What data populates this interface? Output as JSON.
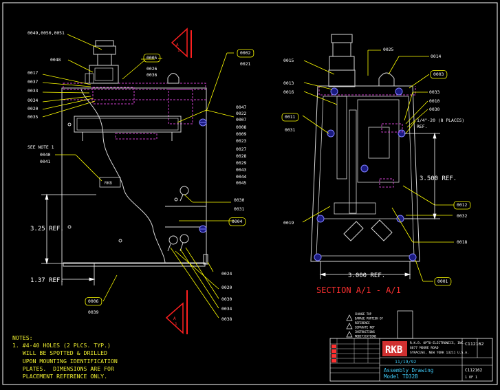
{
  "left_view": {
    "top_callouts": [
      "0049,0050,0051",
      "0048"
    ],
    "box_callout": "0005",
    "box_callout_subs": [
      "0026",
      "0036"
    ],
    "left_stack": [
      "0017",
      "0037",
      "0033",
      "0034",
      "0020",
      "0035"
    ],
    "note_ref": {
      "label": "SEE NOTE 1",
      "items": [
        "0040",
        "0041"
      ]
    },
    "right_box_top": "0002",
    "right_box_top_sub": "0021",
    "right_stack": [
      "0047",
      "0022",
      "0007",
      "0008",
      "0009",
      "0023",
      "0027",
      "0028",
      "0029",
      "0043",
      "0044",
      "0045"
    ],
    "mid_callouts": [
      "0030",
      "0031"
    ],
    "box_0004": "0004",
    "tag_0024": "0024",
    "bottom_stack": [
      "0020",
      "0030",
      "0034",
      "0038"
    ],
    "box_0006": "0006",
    "box_0006_sub": "0039",
    "dim_vertical": "3.25 REF.",
    "dim_horizontal": "1.37 REF."
  },
  "section_markers": {
    "top": [
      "A",
      "1"
    ],
    "bottom": [
      "A",
      "1"
    ]
  },
  "section_view": {
    "title": "SECTION A/1 - A/1",
    "callouts": {
      "c0025": "0025",
      "c0015": "0015",
      "c0014": "0014",
      "c0003": "0003",
      "c0013": "0013",
      "c0016": "0016",
      "c0033": "0033",
      "c0010": "0010",
      "c0030": "0030",
      "c0011": "0011",
      "c0031": "0031",
      "bolt_note": "1/4\"-20 (8 PLACES)",
      "bolt_note_ref": "REF.",
      "c0012": "0012",
      "c0032": "0032",
      "c0019": "0019",
      "c0018": "0018",
      "c0001": "0001"
    },
    "dim_vertical": "3.500 REF.",
    "dim_horizontal": "3.000 REF."
  },
  "notes": {
    "heading": "NOTES:",
    "lines": [
      "1. #4-40 HOLES (2 PLCS. TYP.)",
      "   WILL BE SPOTTED & DRILLED",
      "   UPON MOUNTING IDENTIFICATION",
      "   PLATES.  DIMENSIONS ARE FOR",
      "   PLACEMENT REFERENCE ONLY."
    ]
  },
  "title_block": {
    "company_lines": [
      "R.K.B. OPTO-ELECTRONICS, INC.",
      "6677 MOORE ROAD",
      "SYRACUSE, NEW YORK 13211 U.S.A."
    ],
    "logo_text": "RKB",
    "drawing_title": [
      "Assembly Drawing",
      "Model TD32B"
    ],
    "dwg_no": "C112162",
    "dwg_no_2": "C112162",
    "rev_date": "11/19/92",
    "sheet": "1 OF 1"
  },
  "warnings": {
    "items": [
      "CHANGE TOP",
      "DAMAGE PORTION OF",
      "REFERENCE",
      "SEPARATE NOT",
      "INSTRUCTIONS",
      "MODIFICATIONS"
    ]
  }
}
